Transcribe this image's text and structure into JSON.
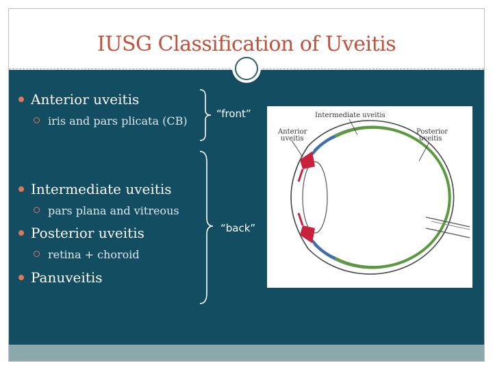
{
  "slide": {
    "title": "IUSG Classification of Uveitis"
  },
  "bullets": [
    {
      "label": "Anterior uveitis",
      "sub": "iris and pars plicata (CB)"
    },
    {
      "label": "Intermediate uveitis",
      "sub": "pars plana and vitreous"
    },
    {
      "label": "Posterior uveitis",
      "sub": "retina + choroid"
    },
    {
      "label": "Panuveitis"
    }
  ],
  "braces": {
    "front": "“front”",
    "back": "“back”"
  },
  "diagram": {
    "label_intermediate": "Intermediate uveitis",
    "label_anterior_1": "Anterior",
    "label_anterior_2": "uveitis",
    "label_posterior_1": "Posterior",
    "label_posterior_2": "uveitis",
    "colors": {
      "anterior": "#c8213d",
      "intermediate": "#3b6db5",
      "posterior": "#5a9a3c"
    }
  },
  "theme": {
    "title_color": "#c0513b",
    "content_bg": "#134d62",
    "footer_bg": "#8ba9ab",
    "bullet_color": "#e2765b"
  }
}
